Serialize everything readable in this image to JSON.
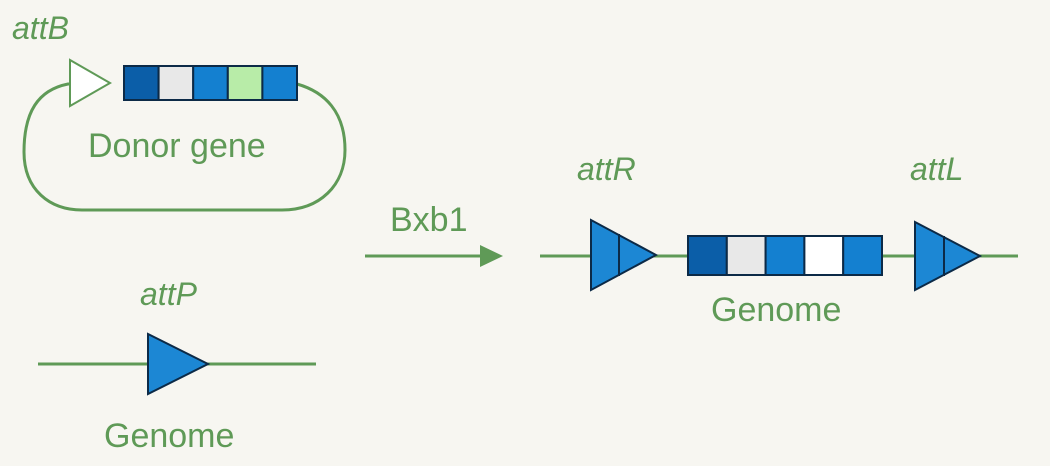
{
  "labels": {
    "donor_site": "attB",
    "donor_gene": "Donor gene",
    "genome_site": "attP",
    "genome_left": "Genome",
    "enzyme": "Bxb1",
    "result_site_left": "attR",
    "result_site_right": "attL",
    "genome_right": "Genome"
  },
  "colors": {
    "line": "#5f9a57",
    "label": "#5f9a57",
    "triangle": "#1c87d4",
    "triangle_outline": "#0c2a47",
    "background": "#f7f6f1"
  },
  "donor_gene_segments": [
    "#0b5ea8",
    "#e8e8e8",
    "#1480d0",
    "#b8eca8",
    "#1480d0"
  ],
  "integrated_gene_segments": [
    "#0b5ea8",
    "#e8e8e8",
    "#1480d0",
    "#ffffff",
    "#1480d0"
  ]
}
